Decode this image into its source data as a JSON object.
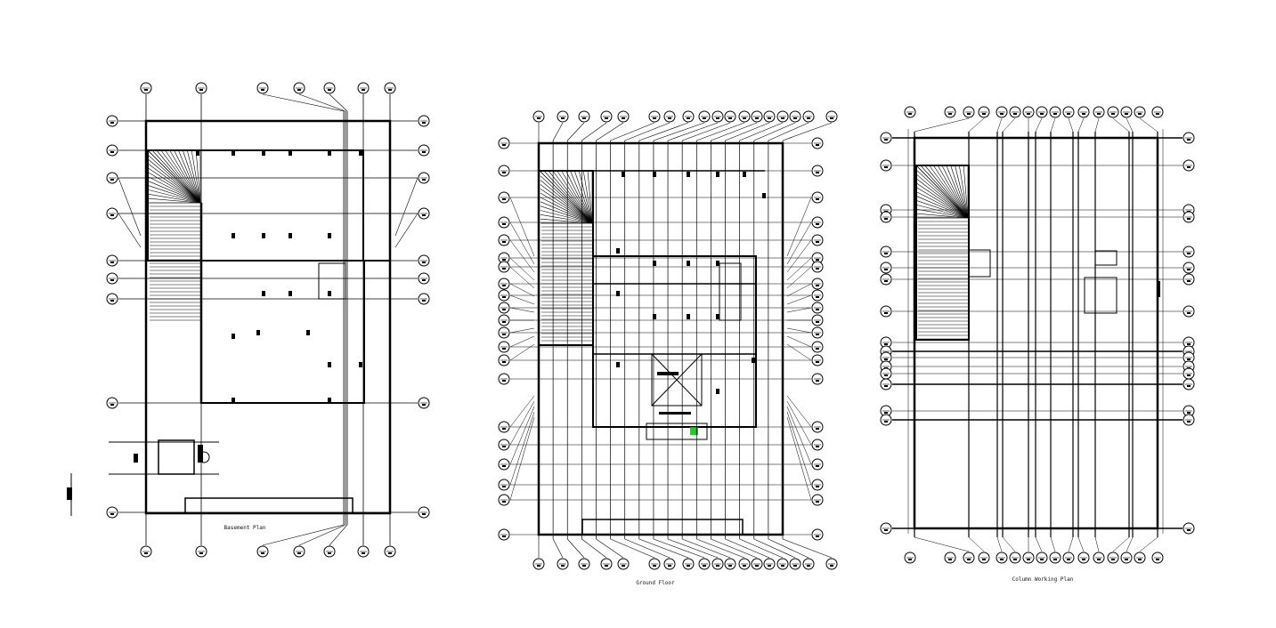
{
  "colors": {
    "line": "#000000",
    "background": "#ffffff",
    "marker": "#22cc22"
  },
  "plans": [
    {
      "id": "basement",
      "title": "Basement Plan"
    },
    {
      "id": "ground",
      "title": "Ground Floor"
    },
    {
      "id": "column",
      "title": "Column Working Plan"
    }
  ]
}
